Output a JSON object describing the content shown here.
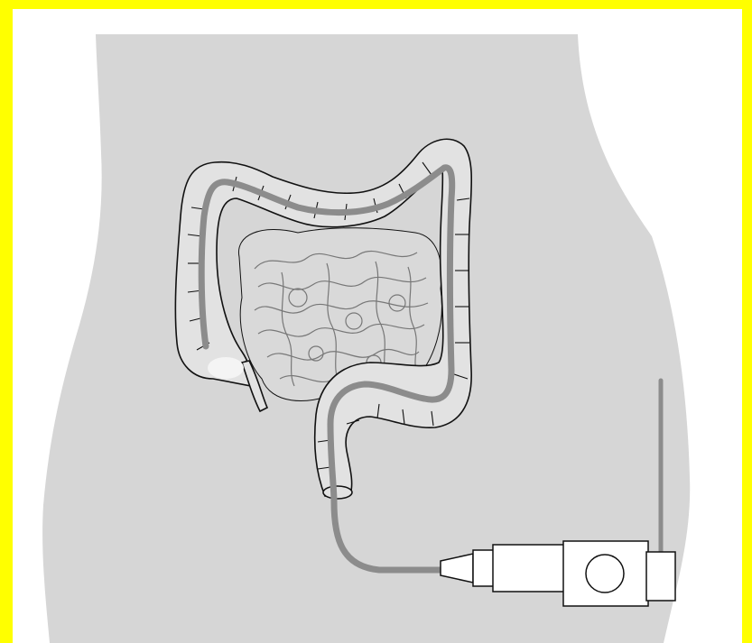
{
  "colors": {
    "border": "#ffff00",
    "background": "#ffffff",
    "body_silhouette": "#d6d6d6",
    "colon_fill": "#e2e2e2",
    "small_intestine_fill": "#d9d9d9",
    "outline": "#111111",
    "scope_tube": "#8c8c8c",
    "device_fill": "#ffffff",
    "highlight": "#f4f4f4"
  },
  "icons": {
    "body": "human-torso-silhouette",
    "colon": "large-intestine-illustration",
    "small_intestine": "small-intestine-illustration",
    "scope": "endoscope-tube",
    "device": "endoscope-control-unit"
  }
}
